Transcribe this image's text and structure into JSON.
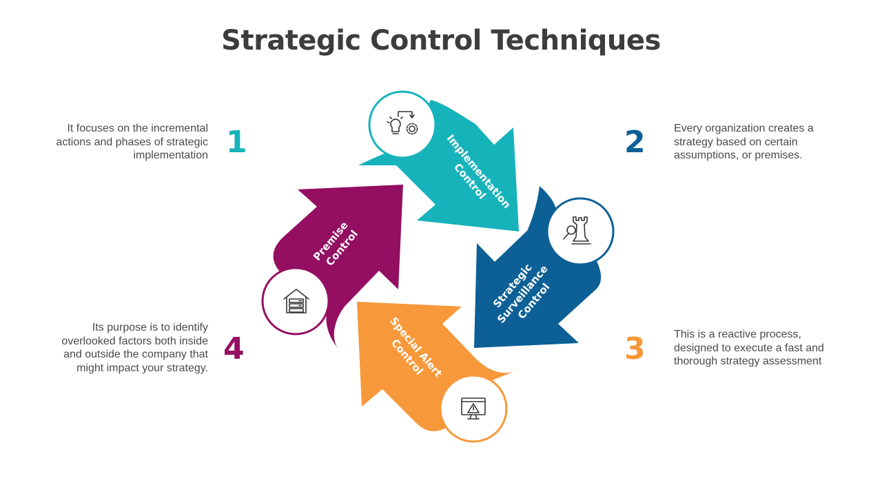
{
  "title": "Strategic Control Techniques",
  "colors": {
    "teal": "#16b3bb",
    "blue": "#0c6096",
    "orange": "#f7983a",
    "purple": "#940e62",
    "title": "#3d3d3d"
  },
  "steps": [
    {
      "number": "1",
      "label_lines": [
        "Implementation",
        "Control"
      ],
      "description_lines": [
        "It focuses on the incremental",
        "actions and phases of strategic",
        "implementation"
      ],
      "icon": "idea-gear-icon",
      "color": "#16b3bb"
    },
    {
      "number": "2",
      "label_lines": [
        "Strategic",
        "Surveillance",
        "Control"
      ],
      "description_lines": [
        "Every organization  creates a",
        "strategy based on certain",
        "assumptions, or premises."
      ],
      "icon": "chess-magnifier-icon",
      "color": "#0c6096"
    },
    {
      "number": "3",
      "label_lines": [
        "Special Alert",
        "Control"
      ],
      "description_lines": [
        "This is a reactive process,",
        "designed to execute a fast and",
        "thorough strategy assessment"
      ],
      "icon": "monitor-alert-icon",
      "color": "#f7983a"
    },
    {
      "number": "4",
      "label_lines": [
        "Premise",
        "Control"
      ],
      "description_lines": [
        "Its purpose is to identify",
        "overlooked factors both inside",
        "and outside the company that",
        "might impact your strategy."
      ],
      "icon": "house-server-icon",
      "color": "#940e62"
    }
  ]
}
